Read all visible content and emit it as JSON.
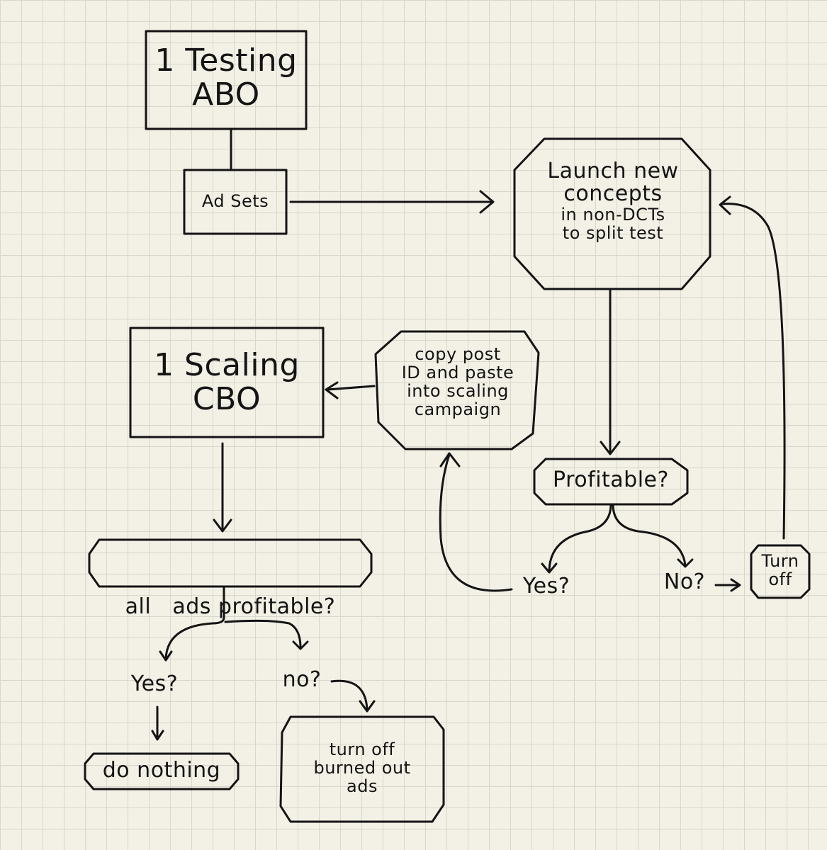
{
  "colors": {
    "paper": "#f3f1e6",
    "grid": "#d9d7cc",
    "ink": "#141414"
  },
  "nodes": {
    "testing_abo": {
      "line1": "1 Testing",
      "line2": "ABO"
    },
    "ad_sets": {
      "label": "Ad Sets"
    },
    "launch_concepts": {
      "line1": "Launch new",
      "line2": "concepts",
      "line3": "in non-DCTs",
      "line4": "to split test"
    },
    "scaling_cbo": {
      "line1": "1 Scaling",
      "line2": "CBO"
    },
    "copy_post": {
      "line1": "copy post",
      "line2": "ID and paste",
      "line3": "into scaling",
      "line4": "campaign"
    },
    "profitable": {
      "label": "Profitable?"
    },
    "yes_right": {
      "label": "Yes?"
    },
    "no_right": {
      "label": "No?"
    },
    "turn_off": {
      "line1": "Turn",
      "line2": "off"
    },
    "all_ads_profitable": {
      "label": "all   ads profitable?"
    },
    "yes_left": {
      "label": "Yes?"
    },
    "no_left": {
      "label": "no?"
    },
    "do_nothing": {
      "label": "do nothing"
    },
    "turn_off_burned": {
      "line1": "turn off",
      "line2": "burned out",
      "line3": "ads"
    }
  }
}
